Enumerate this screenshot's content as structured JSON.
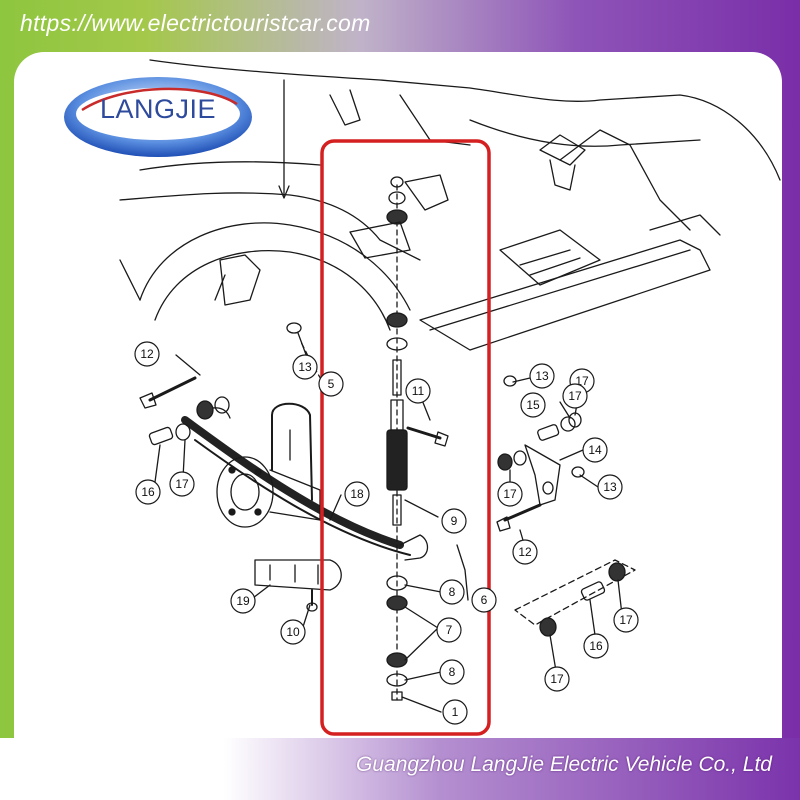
{
  "header": {
    "url": "https://www.electrictouristcar.com"
  },
  "logo": {
    "text": "LANGJIE"
  },
  "footer": {
    "company": "Guangzhou LangJie Electric Vehicle Co., Ltd"
  },
  "callouts": [
    "12",
    "13",
    "5",
    "11",
    "13",
    "17",
    "15",
    "17",
    "14",
    "13",
    "16",
    "17",
    "17",
    "18",
    "9",
    "12",
    "8",
    "6",
    "19",
    "7",
    "10",
    "8",
    "1",
    "17",
    "16",
    "17"
  ],
  "colors": {
    "highlight": "#d42020",
    "ink": "#1a1a1a",
    "brand_text": "#2e4a9c"
  }
}
